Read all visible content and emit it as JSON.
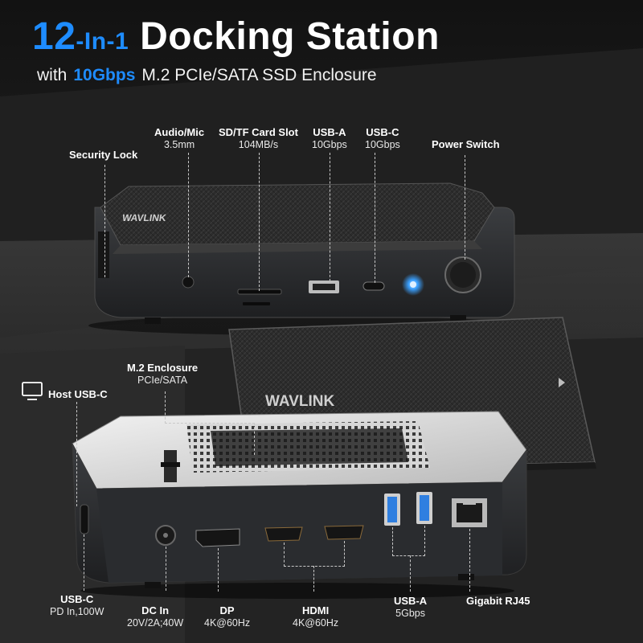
{
  "header": {
    "title_number": "12",
    "title_mid": "-In-1",
    "title_rest": "Docking Station",
    "subtitle_pre": "with",
    "subtitle_highlight": "10Gbps",
    "subtitle_post": "M.2 PCIe/SATA SSD Enclosure"
  },
  "front_ports": {
    "security_lock": {
      "name": "Security Lock"
    },
    "audio_mic": {
      "name": "Audio/Mic",
      "spec": "3.5mm"
    },
    "sd_tf": {
      "name": "SD/TF Card Slot",
      "spec": "104MB/s"
    },
    "usb_a_front": {
      "name": "USB-A",
      "spec": "10Gbps"
    },
    "usb_c_front": {
      "name": "USB-C",
      "spec": "10Gbps"
    },
    "power_switch": {
      "name": "Power Switch"
    }
  },
  "enclosure": {
    "name": "M.2 Enclosure",
    "spec": "PCIe/SATA"
  },
  "rear_ports": {
    "host_usb_c": {
      "name": "Host USB-C"
    },
    "usb_c_pd": {
      "name": "USB-C",
      "spec": "PD In,100W"
    },
    "dc_in": {
      "name": "DC In",
      "spec": "20V/2A;40W"
    },
    "dp": {
      "name": "DP",
      "spec": "4K@60Hz"
    },
    "hdmi": {
      "name": "HDMI",
      "spec": "4K@60Hz"
    },
    "usb_a_rear": {
      "name": "USB-A",
      "spec": "5Gbps"
    },
    "rj45": {
      "name": "Gigabit RJ45"
    }
  },
  "brand": {
    "logo_text": "WAVLINK"
  },
  "colors": {
    "accent": "#1e8cff",
    "led": "#3aa0ff",
    "port_blue": "#2f7fe0"
  }
}
